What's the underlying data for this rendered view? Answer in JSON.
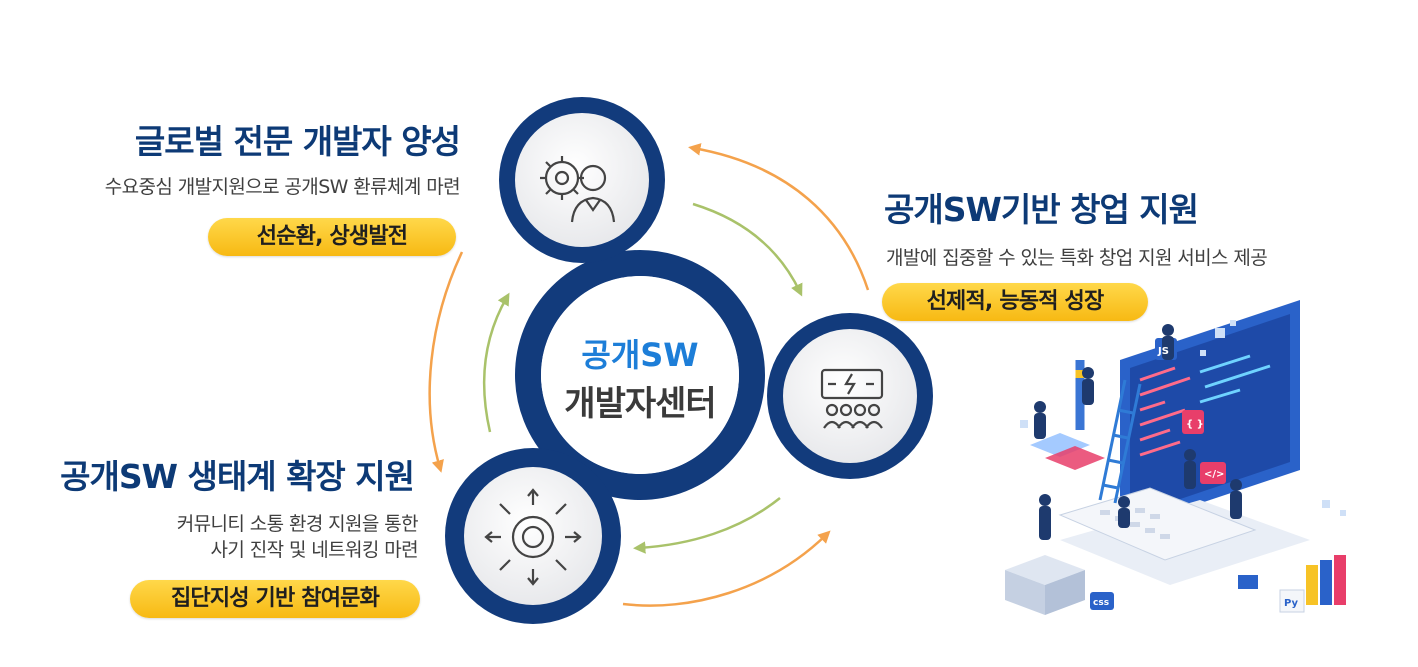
{
  "center": {
    "line1": "공개SW",
    "line2": "개발자센터"
  },
  "nodes": [
    {
      "title": "글로벌 전문 개발자 양성",
      "desc": [
        "수요중심 개발지원으로 공개SW 환류체계 마련"
      ],
      "badge": "선순환, 상생발전",
      "icon": "developer-gear-icon"
    },
    {
      "title": "공개SW기반 창업 지원",
      "desc": [
        "개발에 집중할 수 있는 특화 창업 지원 서비스 제공"
      ],
      "badge": "선제적, 능동적 성장",
      "icon": "presentation-audience-icon"
    },
    {
      "title": "공개SW 생태계 확장 지원",
      "desc": [
        "커뮤니티 소통 환경 지원을 통한",
        "사기 진작 및 네트워킹 마련"
      ],
      "badge": "집단지성 기반 참여문화",
      "icon": "network-hub-icon"
    }
  ],
  "illustration": {
    "labels": [
      "JS",
      "{ }",
      "</>",
      "css",
      "Py"
    ]
  },
  "colors": {
    "navy": "#0d3a76",
    "ring": "#123b7c",
    "center_blue": "#1d7ed8",
    "orange_arrow": "#f4a24c",
    "green_arrow": "#a9c26a",
    "badge": "#f7c326"
  }
}
